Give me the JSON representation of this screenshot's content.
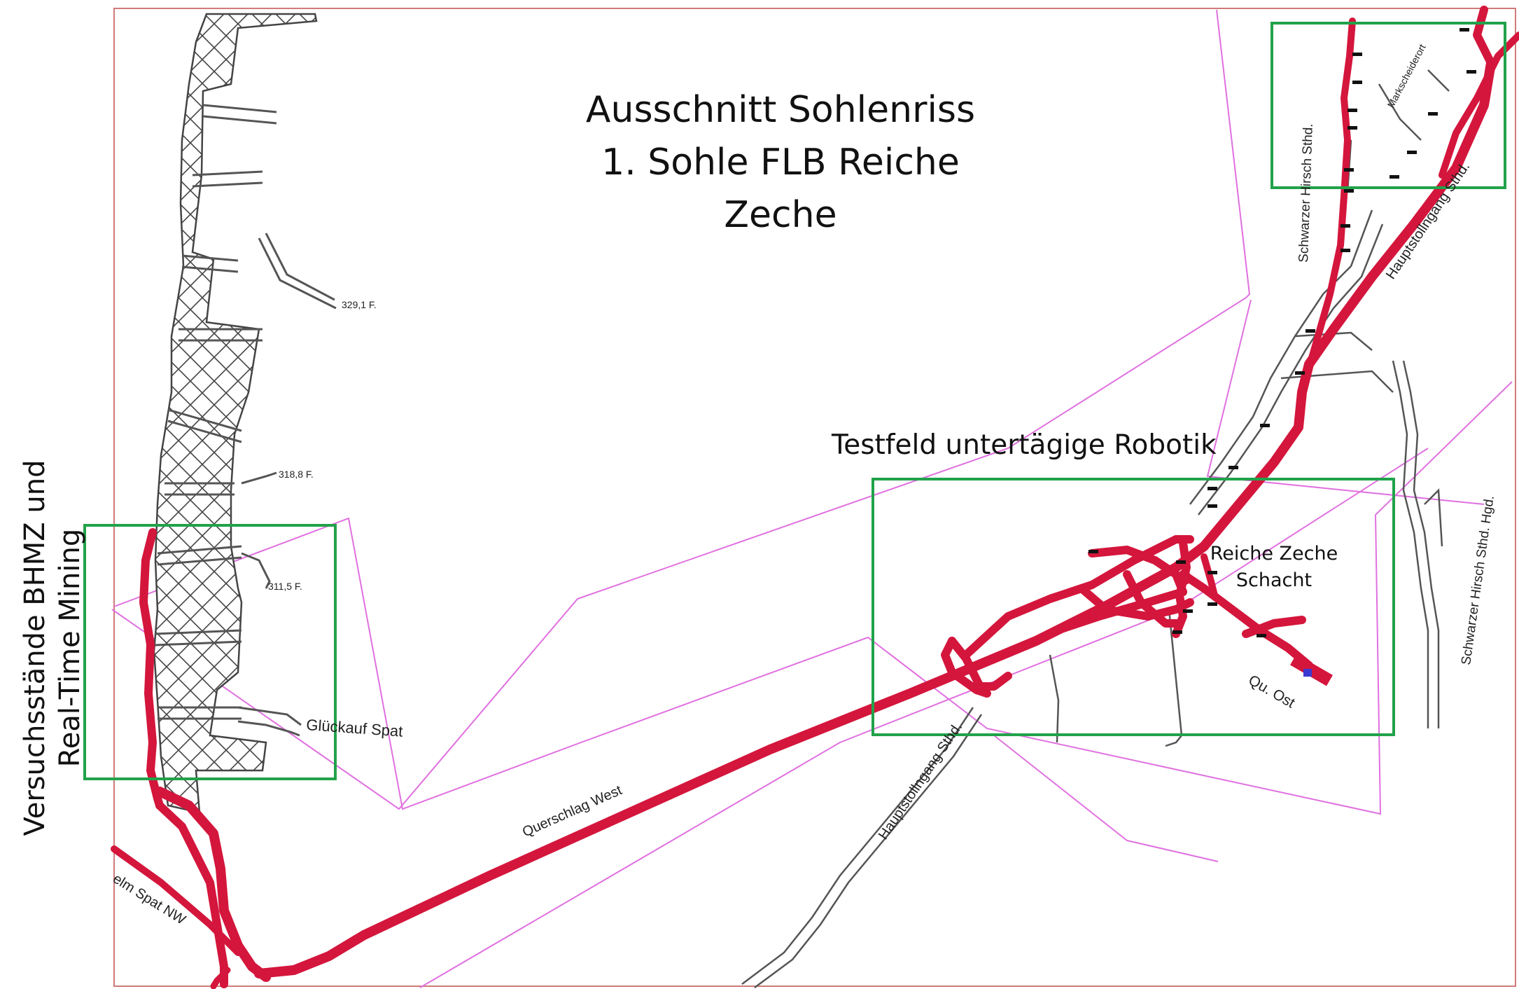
{
  "title": {
    "line1": "Ausschnitt Sohlenriss",
    "line2": "1. Sohle FLB Reiche",
    "line3": "Zeche"
  },
  "side_label": {
    "line1": "Versuchsstände BHMZ und",
    "line2": "Real-Time Mining"
  },
  "testfeld_label": "Testfeld untertägige Robotik",
  "shaft_label": {
    "line1": "Reiche Zeche",
    "line2": "Schacht"
  },
  "map_labels": {
    "elev_1": "329,1 F.",
    "elev_2": "318,8 F.",
    "elev_3": "311,5 F.",
    "glueckauf": "Glückauf Spat",
    "querschlag": "Querschlag West",
    "hauptstollngang_1": "Hauptstollngang Sthd.",
    "hauptstollngang_2": "Hauptstollngang Sthd.",
    "schwarzer_hirsch": "Schwarzer Hirsch Sthd.",
    "schwarzer_hirsch_hgd": "Schwarzer Hirsch Sthd. Hgd.",
    "markscheider": "Markscheiderort",
    "qu_ost": "Qu. Ost",
    "spat_nw": "elm Spat NW"
  },
  "colors": {
    "frame": "#d07a7a",
    "boundary": "#e070e0",
    "gallery": "#d4163c",
    "highlight_box": "#22a24a",
    "outline": "#555555",
    "blue_marker": "#3a3ad0"
  }
}
